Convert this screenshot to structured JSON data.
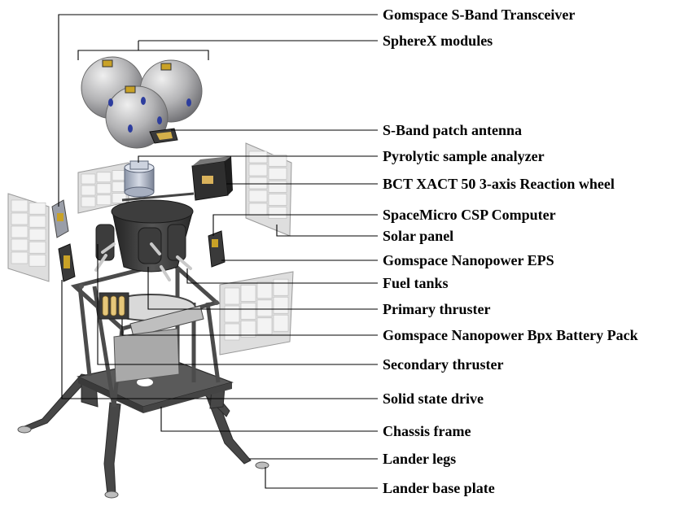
{
  "title": "",
  "labels": [
    "Gomspace S-Band Transceiver",
    "SphereX modules",
    "S-Band patch antenna",
    "Pyrolytic sample analyzer",
    "BCT XACT 50 3-axis Reaction wheel",
    "SpaceMicro CSP Computer",
    "Solar panel",
    "Gomspace Nanopower EPS",
    "Fuel tanks",
    "Primary thruster",
    "Gomspace Nanopower Bpx Battery Pack",
    "Secondary thruster",
    "Solid state drive",
    "Chassis frame",
    "Lander legs",
    "Lander base plate"
  ],
  "colors": {
    "frame": "#4a4a4a",
    "frame_dark": "#2e2e2e",
    "sphere": "#b3b3b5",
    "sphere_window": "#2d3d9e",
    "solar_panel": "#dcdcdc",
    "gold_component": "#c9a227",
    "text": "#000000"
  }
}
